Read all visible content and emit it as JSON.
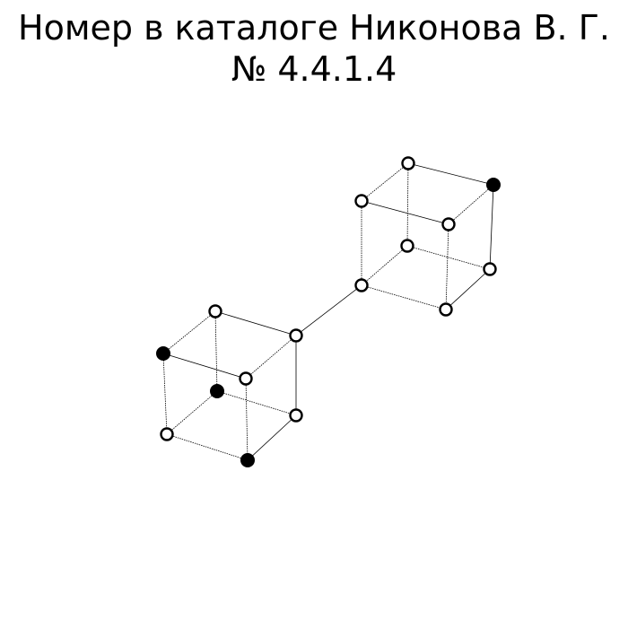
{
  "title": {
    "line1": "Номер в каталоге Никонова В. Г.",
    "line2": "№ 4.4.1.4"
  },
  "colors": {
    "filled_vertex": "#000000",
    "open_vertex_fill": "#ffffff",
    "stroke": "#000000",
    "background": "#ffffff"
  },
  "diagram": {
    "cubes": [
      {
        "name": "left-cube",
        "vertices": [
          {
            "id": "L1",
            "filled": false
          },
          {
            "id": "L2",
            "filled": false
          },
          {
            "id": "L3",
            "filled": true
          },
          {
            "id": "L4",
            "filled": false
          },
          {
            "id": "L5",
            "filled": true
          },
          {
            "id": "L6",
            "filled": false
          },
          {
            "id": "L7",
            "filled": false
          },
          {
            "id": "L8",
            "filled": true
          }
        ]
      },
      {
        "name": "right-cube",
        "vertices": [
          {
            "id": "R1",
            "filled": false
          },
          {
            "id": "R2",
            "filled": true
          },
          {
            "id": "R3",
            "filled": false
          },
          {
            "id": "R4",
            "filled": false
          },
          {
            "id": "R5",
            "filled": false
          },
          {
            "id": "R6",
            "filled": false
          },
          {
            "id": "R7",
            "filled": false
          },
          {
            "id": "R8",
            "filled": false
          }
        ]
      }
    ],
    "bridge": {
      "from": "L2",
      "to": "R7"
    }
  }
}
